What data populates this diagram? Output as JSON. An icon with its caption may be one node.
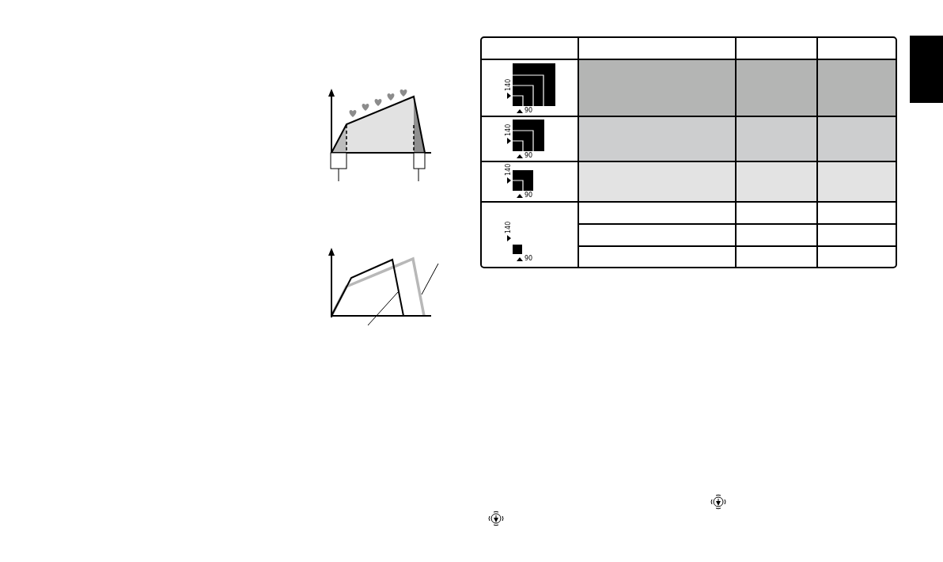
{
  "diagram": {
    "labels": [
      "140",
      "90",
      "140",
      "90",
      "140",
      "90",
      "140",
      "90"
    ]
  }
}
